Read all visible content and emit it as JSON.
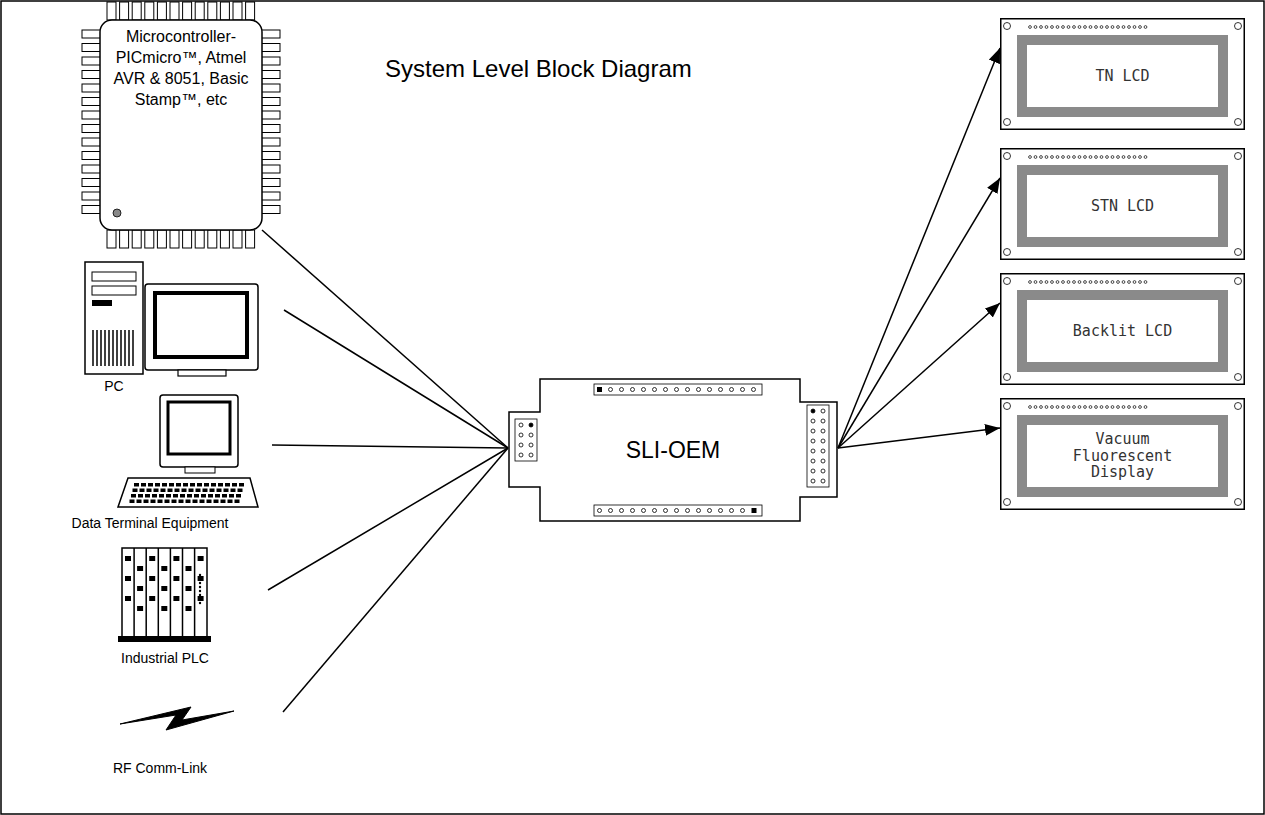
{
  "diagram": {
    "title": "System Level Block Diagram",
    "nodes": [
      {
        "text": [
          "Microcontroller- PICmicro™, Atmel AVR & 8051, Basic Stamp™, etc"
        ]
      },
      {
        "text": [
          "PC"
        ]
      },
      {
        "text": [
          "Data Terminal Equipment"
        ]
      },
      {
        "text": [
          "Industrial PLC"
        ]
      },
      {
        "text": [
          "RF Comm-Link"
        ]
      },
      {
        "text": [
          "SLI-OEM"
        ]
      },
      {
        "text": [
          "TN LCD"
        ]
      },
      {
        "text": [
          "STN LCD"
        ]
      },
      {
        "text": [
          "Backlit LCD"
        ]
      },
      {
        "text": [
          "Vacuum Fluorescent Display"
        ]
      }
    ],
    "edges": [
      {
        "from": 0,
        "to": 5,
        "arrow": "none"
      },
      {
        "from": 1,
        "to": 5,
        "arrow": "none"
      },
      {
        "from": 2,
        "to": 5,
        "arrow": "none"
      },
      {
        "from": 3,
        "to": 5,
        "arrow": "none"
      },
      {
        "from": 4,
        "to": 5,
        "arrow": "none"
      },
      {
        "from": 5,
        "to": 6,
        "arrow": "to"
      },
      {
        "from": 5,
        "to": 7,
        "arrow": "to"
      },
      {
        "from": 5,
        "to": 8,
        "arrow": "to"
      },
      {
        "from": 5,
        "to": 9,
        "arrow": "to"
      }
    ]
  }
}
